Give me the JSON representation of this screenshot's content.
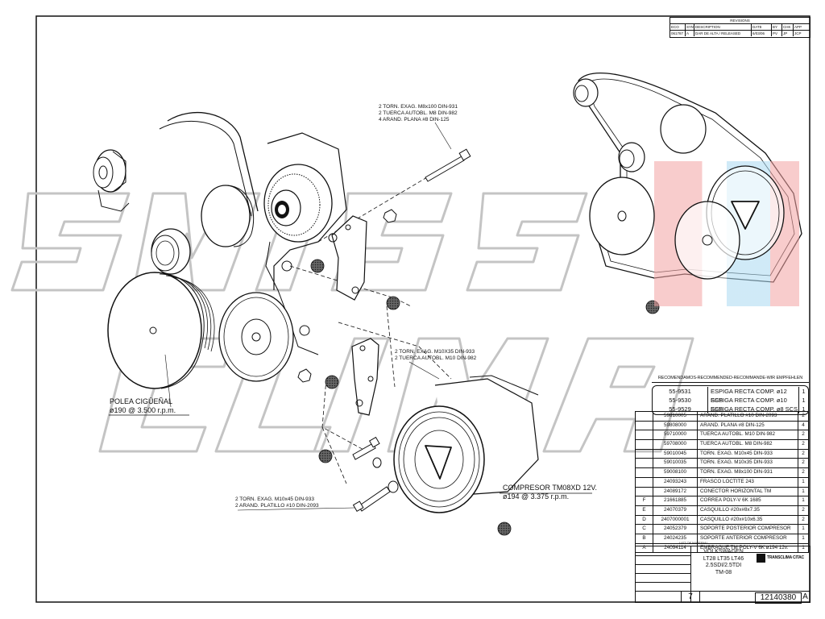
{
  "watermark": "SWISS CLIMA",
  "revisions": {
    "title": "REVISIONS",
    "headers": [
      "ECO",
      "SYM",
      "DESCRIPTION",
      "DATE",
      "BY",
      "CHK",
      "APP"
    ],
    "row": [
      "061787",
      "A",
      "DAR DE ALTA / RELEASED",
      "6/03/06",
      "PV",
      "JP",
      "JCP"
    ]
  },
  "callouts": {
    "top_bolt": [
      "2 TORN. EXAG. M8x100 DIN-931",
      "2 TUERCA AUTOBL. M8 DIN-982",
      "4 ARAND. PLANA #8 DIN-125"
    ],
    "mid_bolt": [
      "2 TORN. EXAG. M10X35 DIN-933",
      "2 TUERCA AUTOBL. M10 DIN-982"
    ],
    "low_bolt": [
      "2 TORN. EXAG. M10x45 DIN-933",
      "2 ARAND. PLATILLO #10 DIN-2093"
    ],
    "crank_title": "POLEA CIGÜEÑAL",
    "crank_spec": "ø190 @ 3.500 r.p.m.",
    "compressor_title": "COMPRESOR TM08XD 12V.",
    "compressor_spec": "ø194 @ 3.375 r.p.m."
  },
  "recommended": {
    "header": "RECOMENDAMOS-RECOMMENDED-RECOMMANDE-WIR EMPFEHLEN",
    "rows": [
      {
        "part": "55-9531",
        "desc": "ESPIGA RECTA COMP. ø12 SCS",
        "qty": "1"
      },
      {
        "part": "55-9530",
        "desc": "ESPIGA RECTA COMP. ø10 SCS",
        "qty": "1"
      },
      {
        "part": "55-9529",
        "desc": "ESPIGA RECTA COMP. ø8 SCS",
        "qty": "1"
      }
    ]
  },
  "bom": {
    "rows": [
      {
        "sym": "",
        "part": "59810005",
        "desc": "ARAND. PLATILLO #10 DIN-2093",
        "qty": "2"
      },
      {
        "sym": "",
        "part": "59808000",
        "desc": "ARAND. PLANA #8 DIN-125",
        "qty": "4"
      },
      {
        "sym": "",
        "part": "59710000",
        "desc": "TUERCA AUTOBL. M10 DIN-982",
        "qty": "2"
      },
      {
        "sym": "",
        "part": "59708000",
        "desc": "TUERCA AUTOBL. M8 DIN-982",
        "qty": "2"
      },
      {
        "sym": "",
        "part": "59010045",
        "desc": "TORN. EXAG. M10x45 DIN-933",
        "qty": "2"
      },
      {
        "sym": "",
        "part": "59010035",
        "desc": "TORN. EXAG. M10x35 DIN-933",
        "qty": "2"
      },
      {
        "sym": "",
        "part": "59008100",
        "desc": "TORN. EXAG. M8x100 DIN-931",
        "qty": "2"
      },
      {
        "sym": "",
        "part": "24093243",
        "desc": "FRASCO LOCTITE 243",
        "qty": "1"
      },
      {
        "sym": "",
        "part": "24089172",
        "desc": "CONECTOR HORIZONTAL TM",
        "qty": "1"
      },
      {
        "sym": "F",
        "part": "21661885",
        "desc": "CORREA POLY-V 6K 1685",
        "qty": "1"
      },
      {
        "sym": "E",
        "part": "24070379",
        "desc": "CASQUILLO #20x#8x7.35",
        "qty": "2"
      },
      {
        "sym": "D",
        "part": "2407000001",
        "desc": "CASQUILLO #20x#10x6.35",
        "qty": "2"
      },
      {
        "sym": "C",
        "part": "24052379",
        "desc": "SOPORTE POSTERIOR COMPRESOR",
        "qty": "1"
      },
      {
        "sym": "B",
        "part": "24024235",
        "desc": "SOPORTE ANTERIOR COMPRESOR",
        "qty": "1"
      },
      {
        "sym": "A",
        "part": "24094114",
        "desc": "EMBRAGUE TM POLY-V 6K ø194 12v.",
        "qty": "1"
      }
    ],
    "caption": "LIST OF MATERIAL"
  },
  "title_block": {
    "vehicle_lines": [
      "VOLKSWAGEN",
      "LT28 LT35 LT46",
      "2.5SDI/2.5TDI",
      "TM-08"
    ],
    "company": "TRANSCLIMA CITAC",
    "sheet": "7",
    "part_number": "12140380",
    "revision": "A"
  },
  "colors": {
    "line": "#111111",
    "watermark_outline": "#bdbdbd",
    "stripe_red": "#f0a0a0",
    "stripe_blue": "#a8d8f0"
  },
  "icons": [
    "idler-pulley-icon",
    "tensioner-icon",
    "crank-pulley-icon",
    "compressor-icon",
    "fastener-bolt-icon",
    "nut-icon",
    "belt-route-icon"
  ]
}
